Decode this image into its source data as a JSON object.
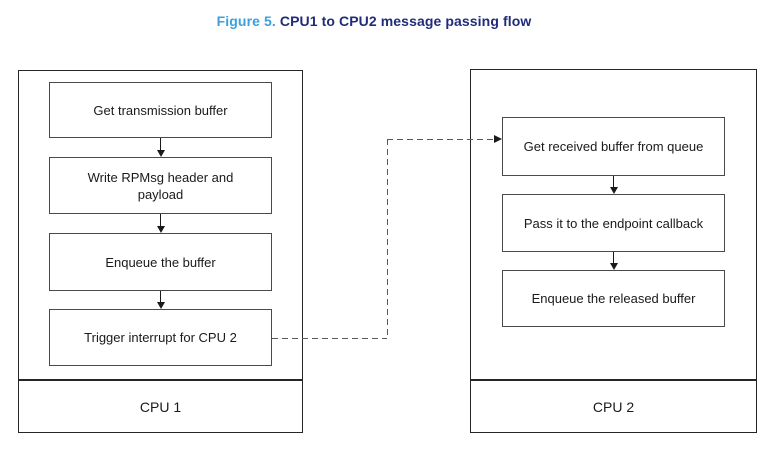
{
  "figure": {
    "caption_label": "Figure 5.",
    "caption_title": "CPU1 to CPU2 message passing flow"
  },
  "cpu1": {
    "label": "CPU 1",
    "nodes": [
      {
        "label": "Get transmission buffer"
      },
      {
        "label": "Write RPMsg header and\npayload"
      },
      {
        "label": "Enqueue the buffer"
      },
      {
        "label": "Trigger interrupt for CPU 2"
      }
    ]
  },
  "cpu2": {
    "label": "CPU 2",
    "nodes": [
      {
        "label": "Get received buffer from queue"
      },
      {
        "label": "Pass it to the endpoint callback"
      },
      {
        "label": "Enqueue the released buffer"
      }
    ]
  },
  "connector": {
    "description": "dashed arrow from Trigger interrupt for CPU 2 to Get received buffer from queue"
  },
  "colors": {
    "accent-light": "#3BA0DB",
    "accent-dark": "#202C7A",
    "box-border": "#4a4a4a",
    "outer-border": "#262626",
    "ink": "#1a1a1a",
    "dash": "#595959"
  }
}
